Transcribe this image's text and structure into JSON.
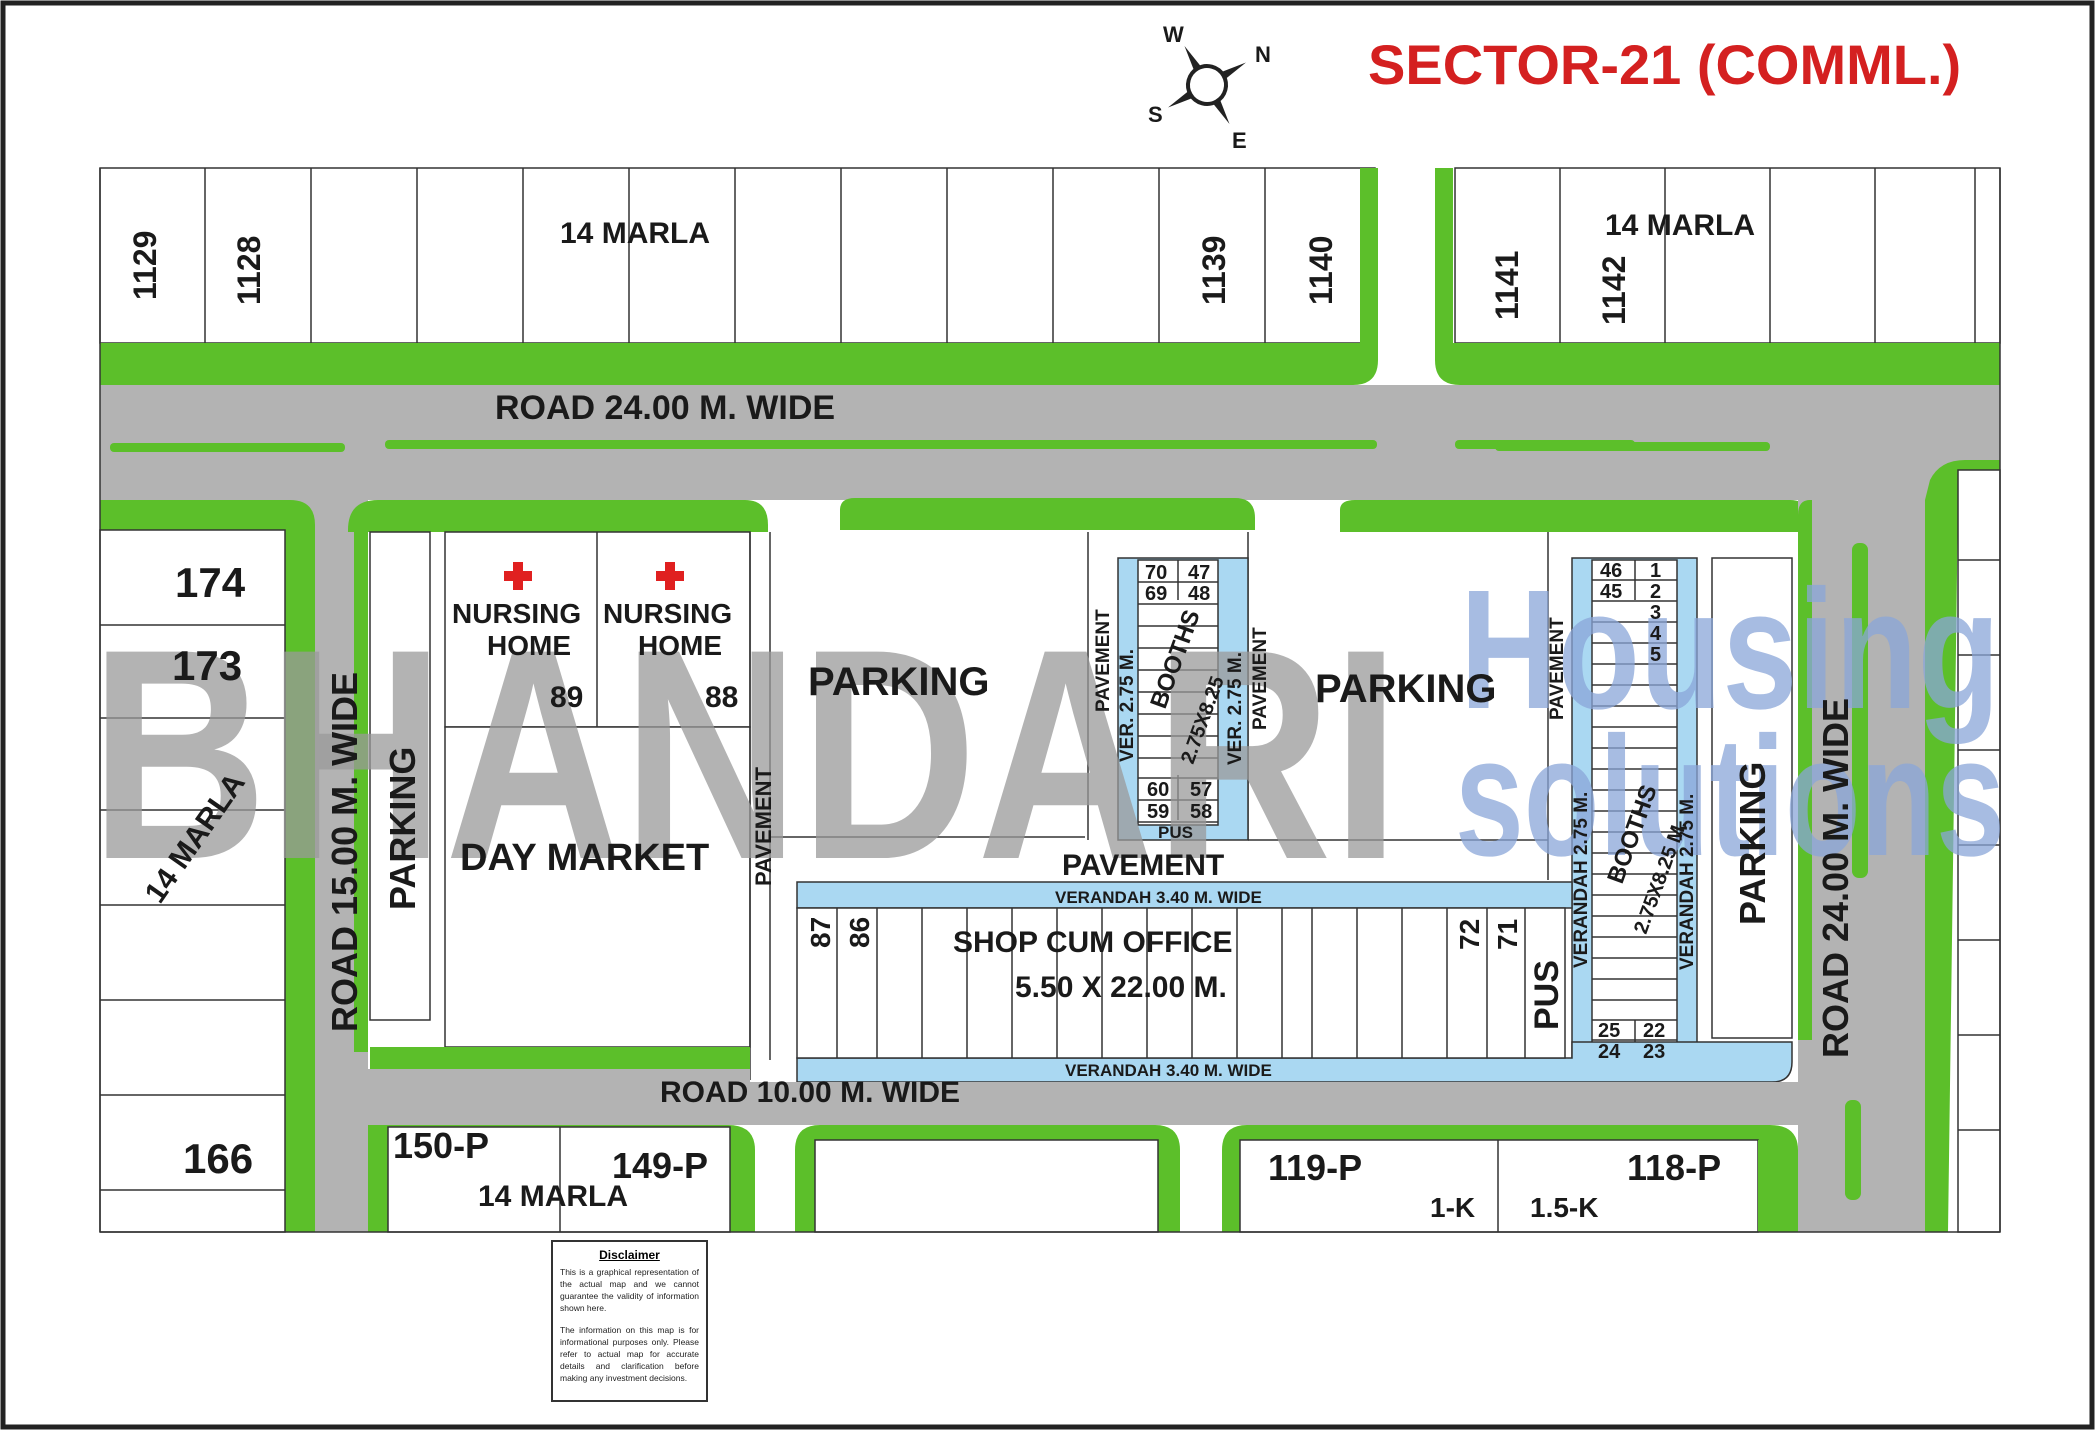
{
  "title": "SECTOR-21 (COMML.)",
  "compass": {
    "w": "W",
    "n": "N",
    "s": "S",
    "e": "E"
  },
  "watermark": {
    "main": "BHANDARI",
    "line1": "Housing",
    "line2": "solutions"
  },
  "roads": {
    "top": "ROAD 24.00 M. WIDE",
    "left": "ROAD 15.00 M. WIDE",
    "right": "ROAD 24.00 M. WIDE",
    "bottom": "ROAD 10.00 M. WIDE"
  },
  "top_plots": {
    "marla_left": "14 MARLA",
    "marla_right": "14 MARLA",
    "n1129": "1129",
    "n1128": "1128",
    "n1139": "1139",
    "n1140": "1140",
    "n1141": "1141",
    "n1142": "1142"
  },
  "left_plots": {
    "n174": "174",
    "n173": "173",
    "marla": "14 MARLA",
    "n166": "166"
  },
  "commercial": {
    "nursing1": {
      "line1": "NURSING",
      "line2": "HOME",
      "num": "89"
    },
    "nursing2": {
      "line1": "NURSING",
      "line2": "HOME",
      "num": "88"
    },
    "parking_left": "PARKING",
    "parking_mid": "PARKING",
    "parking_right": "PARKING",
    "parking_far_right": "PARKING",
    "day_market": "DAY MARKET",
    "pavement_vertical": "PAVEMENT",
    "pavement_horizontal": "PAVEMENT",
    "pavement_booth_left": "PAVEMENT",
    "pavement_booth_right": "PAVEMENT",
    "pavement_booth2": "PAVEMENT",
    "ver_left": "VER. 2.75 M.",
    "ver_right": "VER. 2.75 M.",
    "booths1": "BOOTHS",
    "booths1_size": "2.75X8.25",
    "booths2": "BOOTHS",
    "booths2_size": "2.75X8.25 M.",
    "verandah_left2": "VERANDAH 2.75 M.",
    "verandah_right2": "VERANDAH 2.75 M.",
    "pus1": "PUS",
    "pus2": "PUS",
    "verandah_top": "VERANDAH 3.40 M. WIDE",
    "verandah_bottom": "VERANDAH 3.40 M. WIDE",
    "shop_line1": "SHOP CUM OFFICE",
    "shop_line2": "5.50 X 22.00 M.",
    "n87": "87",
    "n86": "86",
    "n72": "72",
    "n71": "71",
    "b70": "70",
    "b47": "47",
    "b69": "69",
    "b48": "48",
    "b60": "60",
    "b57": "57",
    "b59": "59",
    "b58": "58",
    "c46": "46",
    "c1": "1",
    "c45": "45",
    "c2": "2",
    "c3": "3",
    "c4": "4",
    "c5": "5",
    "c25": "25",
    "c22": "22",
    "c24": "24",
    "c23": "23"
  },
  "bottom_plots": {
    "p150": "150-P",
    "p149": "149-P",
    "marla": "14 MARLA",
    "p119": "119-P",
    "p118": "118-P",
    "k1": "1-K",
    "k15": "1.5-K"
  },
  "disclaimer": {
    "title": "Disclaimer",
    "para1": "This is a graphical representation of the actual map and we cannot guarantee the validity of information shown here.",
    "para2": "The information on this map is for informational purposes only. Please refer to actual map for accurate details and clarification before making any investment decisions."
  },
  "colors": {
    "title": "#d42020",
    "green": "#5cbf2a",
    "road": "#b3b3b3",
    "verandah": "#aad8f2",
    "watermark_gray": "#9a9a9a",
    "watermark_blue": "#8aa6d8",
    "cross": "#e02020"
  }
}
